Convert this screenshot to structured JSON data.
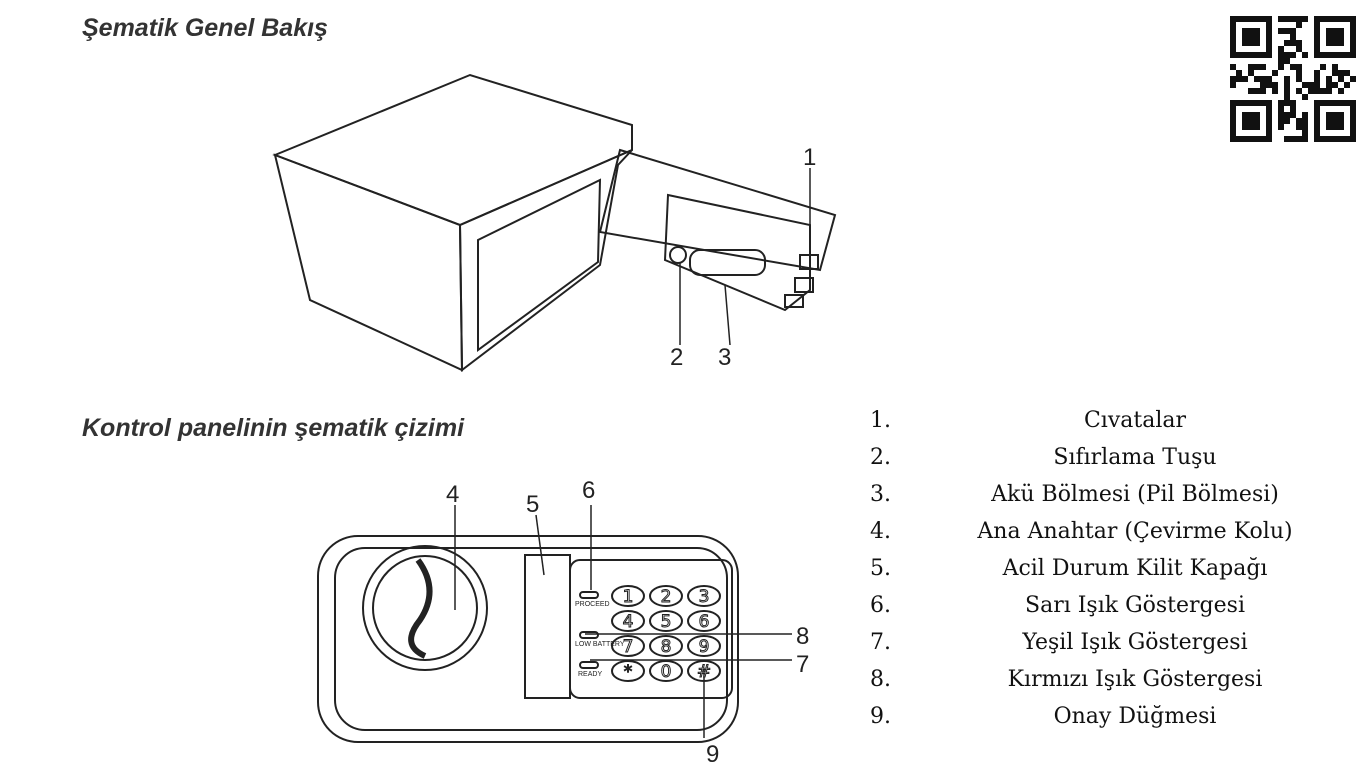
{
  "headings": {
    "overview": "Şematik Genel Bakış",
    "control_panel": "Kontrol panelinin şematik çizimi"
  },
  "callouts": [
    "1",
    "2",
    "3",
    "4",
    "5",
    "6",
    "7",
    "8",
    "9"
  ],
  "keypad": {
    "keys": [
      "1",
      "2",
      "3",
      "4",
      "5",
      "6",
      "7",
      "8",
      "9",
      "*",
      "0",
      "#"
    ],
    "indicators": [
      "PROCEED",
      "LOW BATTERY",
      "READY"
    ]
  },
  "legend": [
    {
      "num": "1.",
      "label": "Cıvatalar"
    },
    {
      "num": "2.",
      "label": "Sıfırlama Tuşu"
    },
    {
      "num": "3.",
      "label": "Akü Bölmesi (Pil Bölmesi)"
    },
    {
      "num": "4.",
      "label": "Ana Anahtar (Çevirme Kolu)"
    },
    {
      "num": "5.",
      "label": "Acil Durum Kilit Kapağı"
    },
    {
      "num": "6.",
      "label": "Sarı Işık Göstergesi"
    },
    {
      "num": "7.",
      "label": "Yeşil Işık Göstergesi"
    },
    {
      "num": "8.",
      "label": "Kırmızı Işık Göstergesi"
    },
    {
      "num": "9.",
      "label": "Onay Düğmesi"
    }
  ]
}
